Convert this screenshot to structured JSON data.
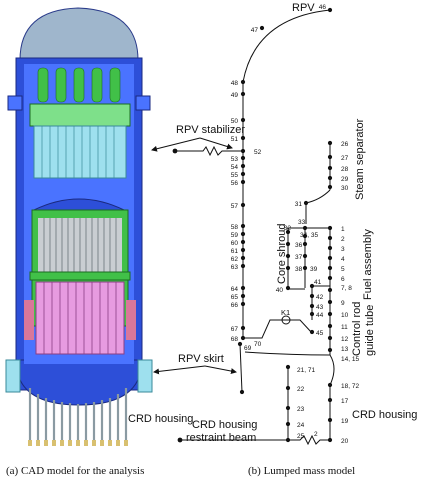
{
  "labels": {
    "rpv": "RPV",
    "rpv_stabilizer": "RPV stabilizer",
    "steam_separator": "Steam separator",
    "core_shroud": "Core shroud",
    "fuel_assembly": "Fuel assembly",
    "control_rod_line1": "Control rod",
    "control_rod_line2": "guide tube",
    "rpv_skirt": "RPV skirt",
    "crd_housing_left": "CRD housing",
    "crd_housing_right": "CRD housing",
    "crd_restraint_line1": "CRD housing",
    "crd_restraint_line2": "restraint beam",
    "k1": "K1"
  },
  "captions": {
    "left": "(a) CAD model for the analysis",
    "right": "(b) Lumped mass model"
  },
  "nodes": {
    "n46": "46",
    "n47": "47",
    "n48": "48",
    "n49": "49",
    "n50": "50",
    "n51": "51",
    "n52": "52",
    "n53": "53",
    "n54": "54",
    "n55": "55",
    "n56": "56",
    "n57": "57",
    "n58": "58",
    "n59": "59",
    "n60": "60",
    "n61": "61",
    "n62": "62",
    "n63": "63",
    "n64": "64",
    "n65": "65",
    "n66": "66",
    "n67": "67",
    "n68": "68",
    "n69": "69",
    "n70": "70",
    "n26": "26",
    "n27": "27",
    "n28": "28",
    "n29": "29",
    "n30": "30",
    "n31": "31",
    "n32": "32",
    "n33": "33",
    "n3435": "34, 35",
    "n36": "36",
    "n37": "37",
    "n38": "38",
    "n39": "39",
    "n40": "40",
    "n41": "41",
    "n42": "42",
    "n43": "43",
    "n44": "44",
    "n45": "45",
    "n1": "1",
    "n2": "2",
    "n3": "3",
    "n4": "4",
    "n5": "5",
    "n6": "6",
    "n78": "7, 8",
    "n9": "9",
    "n10": "10",
    "n11": "11",
    "n12": "12",
    "n13": "13",
    "n1415": "14, 15",
    "n1872": "18, 72",
    "n17": "17",
    "n19": "19",
    "n20": "20",
    "n2171": "21, 71",
    "n22": "22",
    "n23": "23",
    "n24": "24",
    "n25": "25"
  },
  "colors": {
    "vessel_blue": "#2d4fd8",
    "vessel_light": "#4a73ff",
    "dome_grey": "#9fb6cc",
    "green": "#41c048",
    "cyan": "#9ee0ee",
    "pink": "#e79be0",
    "rod_grey": "#b8c2c8"
  }
}
